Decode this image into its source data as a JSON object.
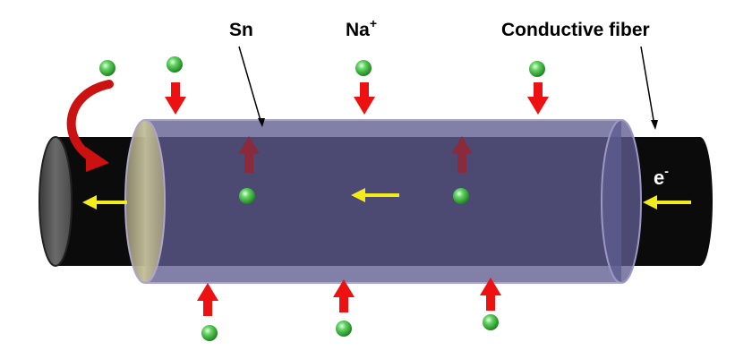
{
  "labels": {
    "tin": "Sn",
    "sodium_ion": "Na",
    "sodium_charge": "+",
    "fiber": "Conductive fiber",
    "electron": "e",
    "electron_charge": "-"
  },
  "colors": {
    "fiber": "#0b0b0b",
    "fiber_end": "#5e5e5e",
    "sleeve": "#6e6a9a",
    "sleeve_end": "#b5b08a",
    "ion": "#3cbf3c",
    "inward_arrow": "#ee1111",
    "faded_arrow": "#8a2a3a",
    "electron_arrow": "#f2ec1a",
    "curved_arrow": "#cc1111"
  },
  "icons": {
    "ion": "green-sphere-icon",
    "flow": "arrow-icon"
  }
}
